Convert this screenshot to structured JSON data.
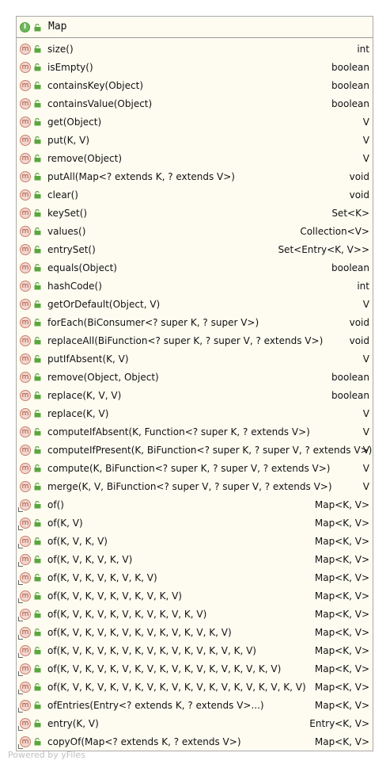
{
  "class_title": "Map",
  "header_icon": {
    "letter": "I",
    "kind": "interface-icon"
  },
  "member_icon_letter": "m",
  "members": [
    {
      "name": "size()",
      "type": "int",
      "static": false
    },
    {
      "name": "isEmpty()",
      "type": "boolean",
      "static": false
    },
    {
      "name": "containsKey(Object)",
      "type": "boolean",
      "static": false
    },
    {
      "name": "containsValue(Object)",
      "type": "boolean",
      "static": false
    },
    {
      "name": "get(Object)",
      "type": "V",
      "static": false
    },
    {
      "name": "put(K, V)",
      "type": "V",
      "static": false
    },
    {
      "name": "remove(Object)",
      "type": "V",
      "static": false
    },
    {
      "name": "putAll(Map<? extends K, ? extends V>)",
      "type": "void",
      "static": false
    },
    {
      "name": "clear()",
      "type": "void",
      "static": false
    },
    {
      "name": "keySet()",
      "type": "Set<K>",
      "static": false
    },
    {
      "name": "values()",
      "type": "Collection<V>",
      "static": false
    },
    {
      "name": "entrySet()",
      "type": "Set<Entry<K, V>>",
      "static": false
    },
    {
      "name": "equals(Object)",
      "type": "boolean",
      "static": false
    },
    {
      "name": "hashCode()",
      "type": "int",
      "static": false
    },
    {
      "name": "getOrDefault(Object, V)",
      "type": "V",
      "static": false
    },
    {
      "name": "forEach(BiConsumer<? super K, ? super V>)",
      "type": "void",
      "static": false
    },
    {
      "name": "replaceAll(BiFunction<? super K, ? super V, ? extends V>)",
      "type": "void",
      "static": false
    },
    {
      "name": "putIfAbsent(K, V)",
      "type": "V",
      "static": false
    },
    {
      "name": "remove(Object, Object)",
      "type": "boolean",
      "static": false
    },
    {
      "name": "replace(K, V, V)",
      "type": "boolean",
      "static": false
    },
    {
      "name": "replace(K, V)",
      "type": "V",
      "static": false
    },
    {
      "name": "computeIfAbsent(K, Function<? super K, ? extends V>)",
      "type": "V",
      "static": false
    },
    {
      "name": "computeIfPresent(K, BiFunction<? super K, ? super V, ? extends V>)",
      "type": "V",
      "static": false
    },
    {
      "name": "compute(K, BiFunction<? super K, ? super V, ? extends V>)",
      "type": "V",
      "static": false
    },
    {
      "name": "merge(K, V, BiFunction<? super V, ? super V, ? extends V>)",
      "type": "V",
      "static": false
    },
    {
      "name": "of()",
      "type": "Map<K, V>",
      "static": true
    },
    {
      "name": "of(K, V)",
      "type": "Map<K, V>",
      "static": true
    },
    {
      "name": "of(K, V, K, V)",
      "type": "Map<K, V>",
      "static": true
    },
    {
      "name": "of(K, V, K, V, K, V)",
      "type": "Map<K, V>",
      "static": true
    },
    {
      "name": "of(K, V, K, V, K, V, K, V)",
      "type": "Map<K, V>",
      "static": true
    },
    {
      "name": "of(K, V, K, V, K, V, K, V, K, V)",
      "type": "Map<K, V>",
      "static": true
    },
    {
      "name": "of(K, V, K, V, K, V, K, V, K, V, K, V)",
      "type": "Map<K, V>",
      "static": true
    },
    {
      "name": "of(K, V, K, V, K, V, K, V, K, V, K, V, K, V)",
      "type": "Map<K, V>",
      "static": true
    },
    {
      "name": "of(K, V, K, V, K, V, K, V, K, V, K, V, K, V, K, V)",
      "type": "Map<K, V>",
      "static": true
    },
    {
      "name": "of(K, V, K, V, K, V, K, V, K, V, K, V, K, V, K, V, K, V)",
      "type": "Map<K, V>",
      "static": true
    },
    {
      "name": "of(K, V, K, V, K, V, K, V, K, V, K, V, K, V, K, V, K, V, K, V)",
      "type": "Map<K, V>",
      "static": true
    },
    {
      "name": "ofEntries(Entry<? extends K, ? extends V>...)",
      "type": "Map<K, V>",
      "static": true
    },
    {
      "name": "entry(K, V)",
      "type": "Entry<K, V>",
      "static": true
    },
    {
      "name": "copyOf(Map<? extends K, ? extends V>)",
      "type": "Map<K, V>",
      "static": true
    }
  ],
  "watermark": "Powered by yFiles",
  "colors": {
    "box_fill": "#fefcf1",
    "box_border": "#a8a8a8",
    "interface_icon": "#6fb85a",
    "method_icon_fill": "#f3d6cf",
    "method_icon_border": "#c8806e",
    "public_lock": "#5aa63f"
  }
}
